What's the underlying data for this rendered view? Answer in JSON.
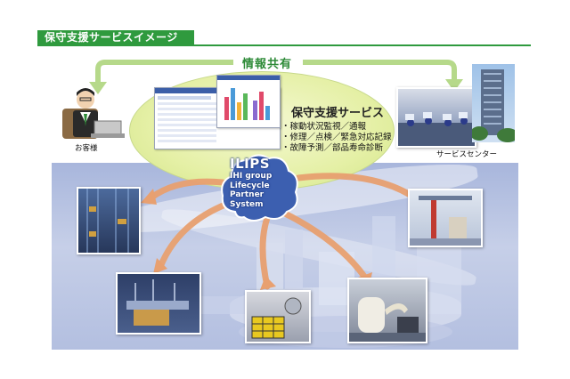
{
  "header": {
    "title": "保守支援サービスイメージ"
  },
  "shared_label": "情報共有",
  "service": {
    "title": "保守支援サービス",
    "items": [
      "・稼動状況監視／通報",
      "・修理／点検／緊急対応記録",
      "・故障予測／部品寿命診断"
    ]
  },
  "ilips": {
    "title": "ILIPS",
    "lines": [
      "IHI group",
      "Lifecycle",
      "Partner",
      "System"
    ]
  },
  "customer": {
    "caption": "お客様"
  },
  "service_center": {
    "caption": "サービスセンター"
  },
  "colors": {
    "header_green": "#2f9a3e",
    "arrow_green": "#b6d98a",
    "arrow_orange": "#e8a070",
    "cloud_blue": "#3c5fb0",
    "ellipse_fill": "#e5f0a6"
  }
}
